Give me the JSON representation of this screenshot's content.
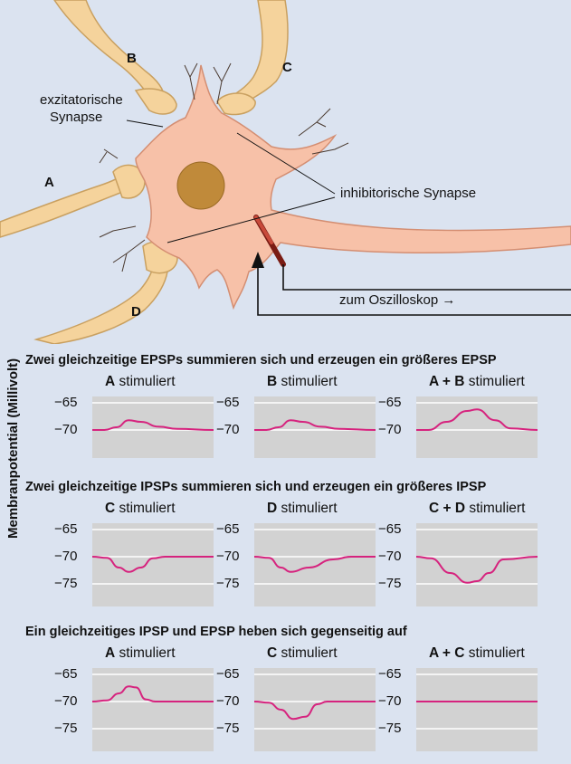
{
  "diagram": {
    "labels": {
      "a": "A",
      "b": "B",
      "c": "C",
      "d": "D",
      "excitatory": [
        "exzitatorische",
        "Synapse"
      ],
      "inhibitory": "inhibitorische Synapse",
      "oscilloscope": "zum Oszilloskop"
    }
  },
  "colors": {
    "background": "#dbe3f0",
    "soma": "#f7c1a8",
    "axon_fill": "#f5d39c",
    "nucleus": "#c08a3a",
    "trace": "#d6237e",
    "plot_bg": "#d2d2d2"
  },
  "y_axis_label": "Membranpotential (Millivolt)",
  "sections": [
    {
      "title": "Zwei gleichzeitige EPSPs summieren sich und erzeugen ein größeres EPSP",
      "panels": [
        {
          "title_bold": "A",
          "title_rest": " stimuliert",
          "ticks": [
            "−65",
            "−70"
          ],
          "trace": [
            [
              0,
              -70
            ],
            [
              0.1,
              -70
            ],
            [
              0.2,
              -69.5
            ],
            [
              0.3,
              -68.2
            ],
            [
              0.4,
              -68.5
            ],
            [
              0.55,
              -69.4
            ],
            [
              0.7,
              -69.8
            ],
            [
              1,
              -70
            ]
          ]
        },
        {
          "title_bold": "B",
          "title_rest": " stimuliert",
          "ticks": [
            "−65",
            "−70"
          ],
          "trace": [
            [
              0,
              -70
            ],
            [
              0.1,
              -70
            ],
            [
              0.2,
              -69.5
            ],
            [
              0.3,
              -68.2
            ],
            [
              0.4,
              -68.5
            ],
            [
              0.55,
              -69.4
            ],
            [
              0.7,
              -69.8
            ],
            [
              1,
              -70
            ]
          ]
        },
        {
          "title_bold": "A + B",
          "title_rest": " stimuliert",
          "ticks": [
            "−65",
            "−70"
          ],
          "trace": [
            [
              0,
              -70
            ],
            [
              0.1,
              -70
            ],
            [
              0.25,
              -68.5
            ],
            [
              0.42,
              -66.5
            ],
            [
              0.5,
              -66.2
            ],
            [
              0.65,
              -68.2
            ],
            [
              0.78,
              -69.7
            ],
            [
              1,
              -70
            ]
          ]
        }
      ]
    },
    {
      "title": "Zwei gleichzeitige IPSPs summieren sich und erzeugen ein größeres IPSP",
      "panels": [
        {
          "title_bold": "C",
          "title_rest": " stimuliert",
          "ticks": [
            "−65",
            "−70",
            "−75"
          ],
          "trace": [
            [
              0,
              -70
            ],
            [
              0.12,
              -70.2
            ],
            [
              0.22,
              -72
            ],
            [
              0.3,
              -72.8
            ],
            [
              0.4,
              -72
            ],
            [
              0.5,
              -70.3
            ],
            [
              0.6,
              -70
            ],
            [
              1,
              -70
            ]
          ]
        },
        {
          "title_bold": "D",
          "title_rest": " stimuliert",
          "ticks": [
            "−65",
            "−70",
            "−75"
          ],
          "trace": [
            [
              0,
              -70
            ],
            [
              0.12,
              -70.2
            ],
            [
              0.22,
              -72
            ],
            [
              0.3,
              -72.8
            ],
            [
              0.45,
              -72
            ],
            [
              0.65,
              -70.5
            ],
            [
              0.8,
              -70
            ],
            [
              1,
              -70
            ]
          ]
        },
        {
          "title_bold": "C + D",
          "title_rest": " stimuliert",
          "ticks": [
            "−65",
            "−70",
            "−75"
          ],
          "trace": [
            [
              0,
              -70
            ],
            [
              0.12,
              -70.3
            ],
            [
              0.28,
              -73
            ],
            [
              0.42,
              -74.8
            ],
            [
              0.5,
              -74.5
            ],
            [
              0.6,
              -73
            ],
            [
              0.72,
              -70.5
            ],
            [
              1,
              -70
            ]
          ]
        }
      ]
    },
    {
      "title": "Ein gleichzeitiges IPSP und EPSP heben sich gegenseitig auf",
      "panels": [
        {
          "title_bold": "A",
          "title_rest": " stimuliert",
          "ticks": [
            "−65",
            "−70",
            "−75"
          ],
          "trace": [
            [
              0,
              -70
            ],
            [
              0.12,
              -69.8
            ],
            [
              0.22,
              -68.5
            ],
            [
              0.3,
              -67.2
            ],
            [
              0.36,
              -67.4
            ],
            [
              0.44,
              -69.6
            ],
            [
              0.52,
              -70
            ],
            [
              1,
              -70
            ]
          ]
        },
        {
          "title_bold": "C",
          "title_rest": " stimuliert",
          "ticks": [
            "−65",
            "−70",
            "−75"
          ],
          "trace": [
            [
              0,
              -70
            ],
            [
              0.12,
              -70.2
            ],
            [
              0.22,
              -71.5
            ],
            [
              0.32,
              -73.2
            ],
            [
              0.42,
              -72.8
            ],
            [
              0.52,
              -70.5
            ],
            [
              0.6,
              -70
            ],
            [
              1,
              -70
            ]
          ]
        },
        {
          "title_bold": "A + C",
          "title_rest": " stimuliert",
          "ticks": [
            "−65",
            "−70",
            "−75"
          ],
          "trace": [
            [
              0,
              -70
            ],
            [
              1,
              -70
            ]
          ]
        }
      ]
    }
  ]
}
